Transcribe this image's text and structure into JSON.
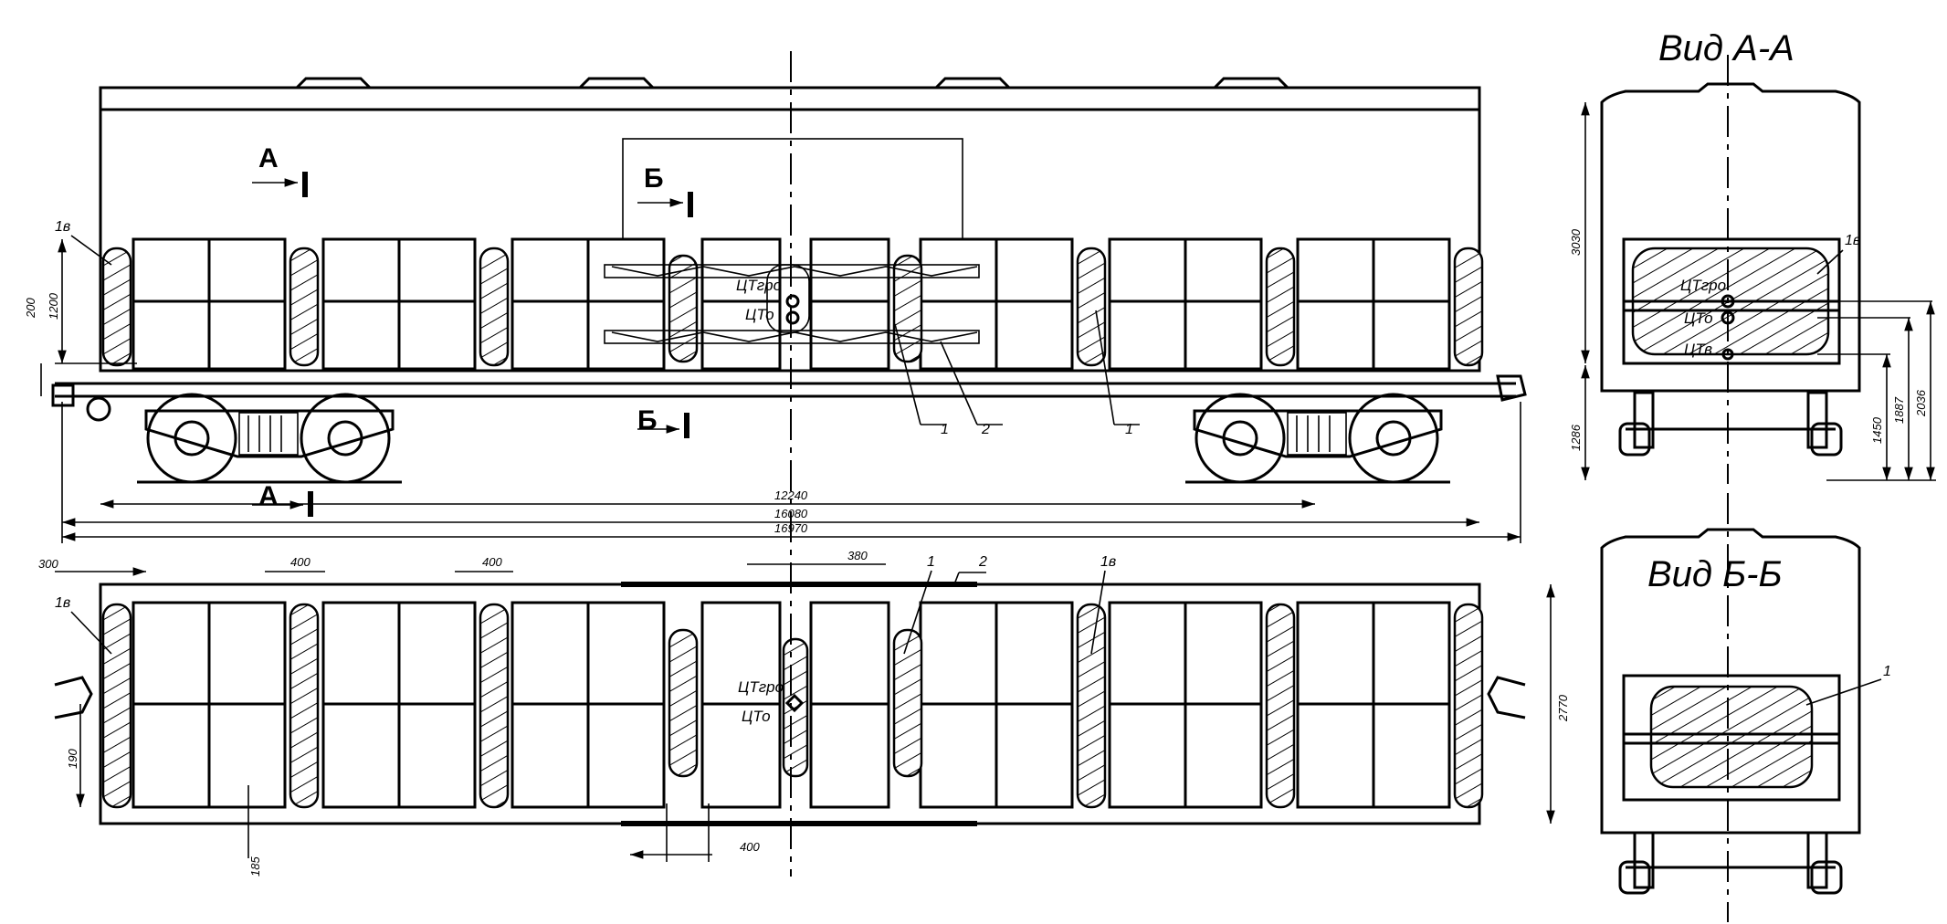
{
  "views": {
    "a_a": "Вид А-А",
    "b_b": "Вид Б-Б"
  },
  "section_marks": {
    "a_top": "А",
    "a_bottom": "А",
    "b_top": "Б",
    "b_bottom": "Б"
  },
  "callouts": {
    "item_1": "1",
    "item_2": "2",
    "item_1v": "1в"
  },
  "centers": {
    "gravity_cargo": "ЦТгро",
    "gravity_common": "ЦТо",
    "gravity_wagon": "ЦТв"
  },
  "dimensions": {
    "side_200": "200",
    "side_1200": "1200",
    "bogie_base": "12240",
    "frame_length": "16080",
    "coupler_length": "16970",
    "plan_300": "300",
    "plan_400_a": "400",
    "plan_400_b": "400",
    "plan_380": "380",
    "plan_2770": "2770",
    "plan_190": "190",
    "plan_185": "185",
    "plan_400_bottom": "400",
    "end_3030": "3030",
    "end_1286": "1286",
    "end_1450": "1450",
    "end_1887": "1887",
    "end_2036": "2036"
  },
  "colors": {
    "line": "#000000",
    "paper": "#ffffff"
  }
}
